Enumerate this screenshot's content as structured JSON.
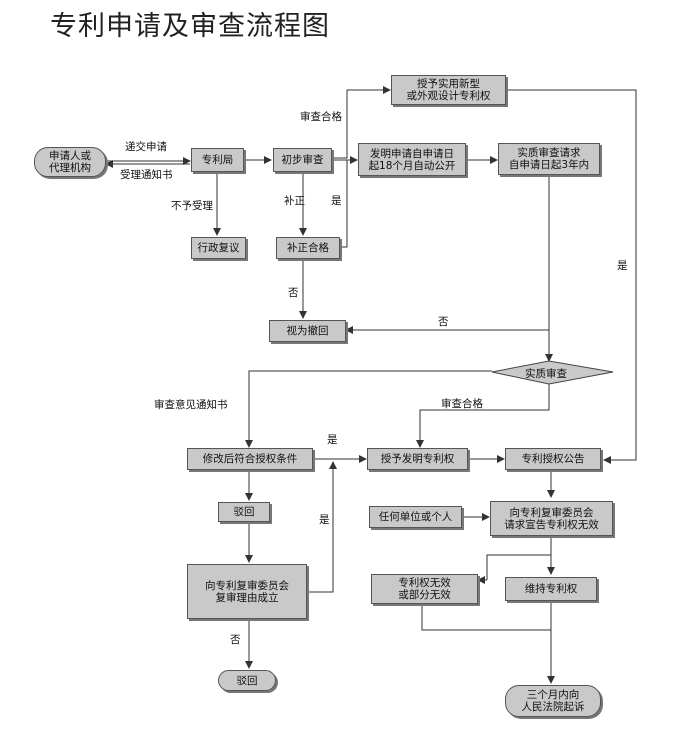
{
  "title": "专利申请及审查流程图",
  "nodes": {
    "applicant": "申请人或\n代理机构",
    "patent_office": "专利局",
    "prelim_exam": "初步审查",
    "grant_utility": "授予实用新型\n或外观设计专利权",
    "publish": "发明申请自申请日\n起18个月自动公开",
    "substantive_request": "实质审查请求\n自申请日起3年内",
    "admin_review": "行政复议",
    "correction_ok": "补正合格",
    "deemed_withdrawn": "视为撤回",
    "substantive_exam": "实质审查",
    "meets_conditions": "修改后符合授权条件",
    "grant_invention": "授予发明专利权",
    "grant_announce": "专利授权公告",
    "rejected_1": "驳回",
    "any_party": "任何单位或个人",
    "invalid_request": "向专利复审委员会\n请求宣告专利权无效",
    "review_board": "向专利复审委员会\n复审理由成立",
    "invalid_result": "专利权无效\n或部分无效",
    "maintain": "维持专利权",
    "rejected_2": "驳回",
    "court": "三个月内向\n人民法院起诉"
  },
  "labels": {
    "submit": "递交申请",
    "notice": "受理通知书",
    "not_accepted": "不予受理",
    "correction": "补正",
    "yes_1": "是",
    "pass_1": "审查合格",
    "no_1": "否",
    "no_2": "否",
    "yes_2": "是",
    "opinion_notice": "审查意见通知书",
    "pass_2": "审查合格",
    "yes_3": "是",
    "yes_4": "是",
    "no_3": "否"
  }
}
